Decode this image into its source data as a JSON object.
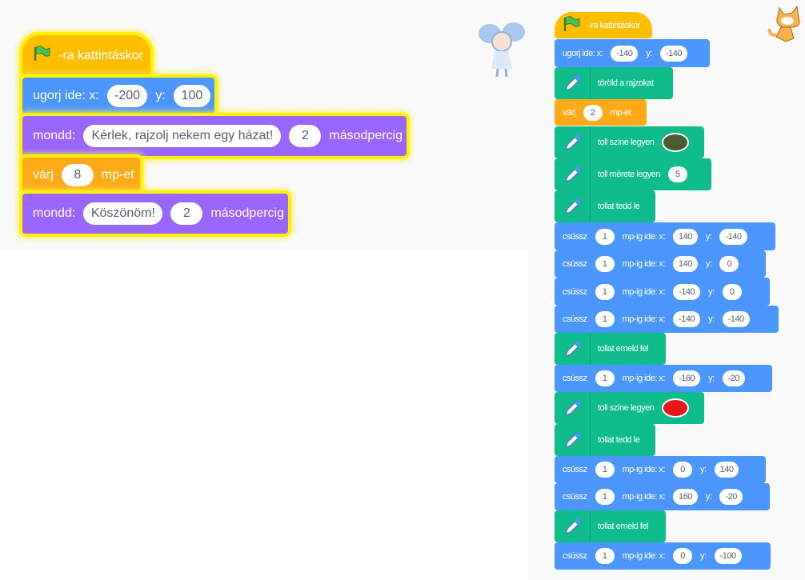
{
  "left_script": [
    {
      "kind": "hat",
      "parts": [
        {
          "flag": true
        },
        {
          "text": "-ra kattintáskor"
        }
      ]
    },
    {
      "kind": "motion",
      "parts": [
        {
          "text": "ugorj ide: x:"
        },
        {
          "pill": "-200"
        },
        {
          "text": "y:"
        },
        {
          "pill": "100"
        }
      ]
    },
    {
      "kind": "looks",
      "parts": [
        {
          "text": "mondd:"
        },
        {
          "pill": "Kérlek, rajzolj nekem egy házat!"
        },
        {
          "pill": "2"
        },
        {
          "text": "másodpercig"
        }
      ]
    },
    {
      "kind": "control",
      "parts": [
        {
          "text": "várj"
        },
        {
          "pill": "8"
        },
        {
          "text": "mp-et"
        }
      ]
    },
    {
      "kind": "looks",
      "parts": [
        {
          "text": "mondd:"
        },
        {
          "pill": "Köszönöm!"
        },
        {
          "pill": "2"
        },
        {
          "text": "másodpercig"
        }
      ]
    }
  ],
  "right_script": [
    {
      "kind": "hat",
      "parts": [
        {
          "flag": true
        },
        {
          "text": "-ra kattintáskor"
        }
      ]
    },
    {
      "kind": "motion",
      "parts": [
        {
          "text": "ugorj ide: x:"
        },
        {
          "pill": "-140"
        },
        {
          "text": "y:"
        },
        {
          "pill": "-140"
        }
      ]
    },
    {
      "kind": "pen",
      "parts": [
        {
          "text": "töröld a rajzokat"
        }
      ]
    },
    {
      "kind": "control",
      "parts": [
        {
          "text": "várj"
        },
        {
          "pill": "2"
        },
        {
          "text": "mp-et"
        }
      ]
    },
    {
      "kind": "pen",
      "parts": [
        {
          "text": "toll színe legyen"
        },
        {
          "color": "#4a5e32"
        }
      ]
    },
    {
      "kind": "pen",
      "parts": [
        {
          "text": "toll mérete legyen"
        },
        {
          "pill": "5"
        }
      ]
    },
    {
      "kind": "pen",
      "parts": [
        {
          "text": "tollat tedd le"
        }
      ]
    },
    {
      "kind": "motion",
      "parts": [
        {
          "text": "csússz"
        },
        {
          "pill": "1"
        },
        {
          "text": "mp-ig ide: x:"
        },
        {
          "pill": "140"
        },
        {
          "text": "y:"
        },
        {
          "pill": "-140"
        }
      ]
    },
    {
      "kind": "motion",
      "parts": [
        {
          "text": "csússz"
        },
        {
          "pill": "1"
        },
        {
          "text": "mp-ig ide: x:"
        },
        {
          "pill": "140"
        },
        {
          "text": "y:"
        },
        {
          "pill": "0"
        }
      ]
    },
    {
      "kind": "motion",
      "parts": [
        {
          "text": "csússz"
        },
        {
          "pill": "1"
        },
        {
          "text": "mp-ig ide: x:"
        },
        {
          "pill": "-140"
        },
        {
          "text": "y:"
        },
        {
          "pill": "0"
        }
      ]
    },
    {
      "kind": "motion",
      "parts": [
        {
          "text": "csússz"
        },
        {
          "pill": "1"
        },
        {
          "text": "mp-ig ide: x:"
        },
        {
          "pill": "-140"
        },
        {
          "text": "y:"
        },
        {
          "pill": "-140"
        }
      ]
    },
    {
      "kind": "pen",
      "parts": [
        {
          "text": "tollat emeld fel"
        }
      ]
    },
    {
      "kind": "motion",
      "parts": [
        {
          "text": "csússz"
        },
        {
          "pill": "1"
        },
        {
          "text": "mp-ig ide: x:"
        },
        {
          "pill": "-160"
        },
        {
          "text": "y:"
        },
        {
          "pill": "-20"
        }
      ]
    },
    {
      "kind": "pen",
      "parts": [
        {
          "text": "toll színe legyen"
        },
        {
          "color": "#e6161b"
        }
      ]
    },
    {
      "kind": "pen",
      "parts": [
        {
          "text": "tollat tedd le"
        }
      ]
    },
    {
      "kind": "motion",
      "parts": [
        {
          "text": "csússz"
        },
        {
          "pill": "1"
        },
        {
          "text": "mp-ig ide: x:"
        },
        {
          "pill": "0"
        },
        {
          "text": "y:"
        },
        {
          "pill": "140"
        }
      ]
    },
    {
      "kind": "motion",
      "parts": [
        {
          "text": "csússz"
        },
        {
          "pill": "1"
        },
        {
          "text": "mp-ig ide: x:"
        },
        {
          "pill": "160"
        },
        {
          "text": "y:"
        },
        {
          "pill": "-20"
        }
      ]
    },
    {
      "kind": "pen",
      "parts": [
        {
          "text": "tollat emeld fel"
        }
      ]
    },
    {
      "kind": "motion",
      "parts": [
        {
          "text": "csússz"
        },
        {
          "pill": "1"
        },
        {
          "text": "mp-ig ide: x:"
        },
        {
          "pill": "0"
        },
        {
          "text": "y:"
        },
        {
          "pill": "-100"
        }
      ]
    }
  ]
}
